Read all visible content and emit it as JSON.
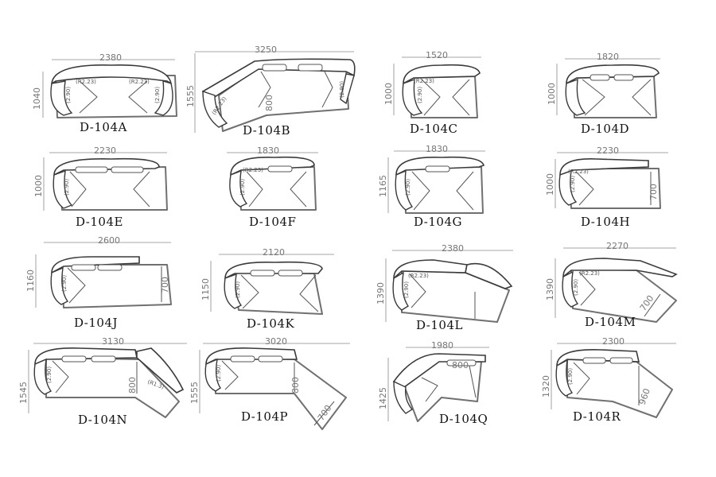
{
  "models": [
    {
      "code": "D-104A",
      "width": "2380",
      "depth": "1040",
      "mark_a": "(R2.23)",
      "mark_b": "(R2.23)",
      "side": "(2.90)",
      "side2": "(2.90)",
      "inner": ""
    },
    {
      "code": "D-104B",
      "width": "3250",
      "depth": "1555",
      "mark_a": "(R2.23)",
      "mark_b": "",
      "side": "(2.90)",
      "side2": "",
      "inner": "800"
    },
    {
      "code": "D-104C",
      "width": "1520",
      "depth": "1000",
      "mark_a": "(R2.23)",
      "mark_b": "",
      "side": "(2.90)",
      "side2": "",
      "inner": ""
    },
    {
      "code": "D-104D",
      "width": "1820",
      "depth": "1000",
      "mark_a": "",
      "mark_b": "",
      "side": "",
      "side2": "",
      "inner": ""
    },
    {
      "code": "D-104E",
      "width": "2230",
      "depth": "1000",
      "mark_a": "",
      "mark_b": "",
      "side": "(2.90)",
      "side2": "",
      "inner": ""
    },
    {
      "code": "D-104F",
      "width": "1830",
      "depth": "",
      "mark_a": "(R2.23)",
      "mark_b": "",
      "side": "(2.90)",
      "side2": "",
      "inner": ""
    },
    {
      "code": "D-104G",
      "width": "1830",
      "depth": "1165",
      "mark_a": "",
      "mark_b": "",
      "side": "(2.90)",
      "side2": "",
      "inner": ""
    },
    {
      "code": "D-104H",
      "width": "2230",
      "depth": "1000",
      "mark_a": "(R2.23)",
      "mark_b": "",
      "side": "(2.90)",
      "side2": "",
      "inner": "700"
    },
    {
      "code": "D-104J",
      "width": "2600",
      "depth": "1160",
      "mark_a": "",
      "mark_b": "",
      "side": "(2.90)",
      "side2": "",
      "inner": "700"
    },
    {
      "code": "D-104K",
      "width": "2120",
      "depth": "1150",
      "mark_a": "",
      "mark_b": "",
      "side": "(2.90)",
      "side2": "",
      "inner": ""
    },
    {
      "code": "D-104L",
      "width": "2380",
      "depth": "1390",
      "mark_a": "(R2.23)",
      "mark_b": "",
      "side": "(2.90)",
      "side2": "",
      "inner": ""
    },
    {
      "code": "D-104M",
      "width": "2270",
      "depth": "1390",
      "mark_a": "(R2.23)",
      "mark_b": "",
      "side": "(2.90)",
      "side2": "",
      "inner": "700"
    },
    {
      "code": "D-104N",
      "width": "3130",
      "depth": "1545",
      "mark_a": "",
      "mark_b": "(R1.3)",
      "side": "(2.90)",
      "side2": "",
      "inner": "800"
    },
    {
      "code": "D-104P",
      "width": "3020",
      "depth": "1555",
      "mark_a": "",
      "mark_b": "",
      "side": "(2.90)",
      "side2": "",
      "inner": "800",
      "inner2": "700"
    },
    {
      "code": "D-104Q",
      "width": "1980",
      "depth": "1425",
      "mark_a": "",
      "mark_b": "",
      "side": "",
      "side2": "",
      "inner": "800"
    },
    {
      "code": "D-104R",
      "width": "2300",
      "depth": "1320",
      "mark_a": "",
      "mark_b": "",
      "side": "(2.90)",
      "side2": "",
      "inner": "960"
    }
  ]
}
